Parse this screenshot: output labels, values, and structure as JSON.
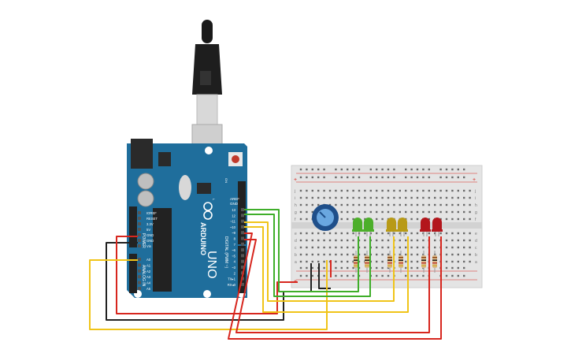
{
  "board": {
    "brand": "ARDUINO",
    "model": "UNO",
    "power_header_label": "POWER",
    "analog_header_label": "ANALOG IN",
    "digital_header_label": "DIGITAL (PWM ~)",
    "aref": "AREF",
    "gnd": "GND",
    "power_pins": [
      "IOREF",
      "RESET",
      "3.3V",
      "5V",
      "GND",
      "GND",
      "Vin"
    ],
    "analog_pins": [
      "A0",
      "A1",
      "A2",
      "A3",
      "A4",
      "A5"
    ],
    "digital_pins": [
      "13",
      "12",
      "~11",
      "~10",
      "~9",
      "8",
      "7",
      "~6",
      "~5",
      "4",
      "~3",
      "2",
      "TX▸1",
      "RX◂0"
    ],
    "leds": [
      "L",
      "TX",
      "RX"
    ],
    "on_label": "ON"
  },
  "breadboard": {
    "row_letters_top": [
      "j",
      "i",
      "h",
      "g",
      "f"
    ],
    "row_letters_bottom": [
      "e",
      "d",
      "c",
      "b",
      "a"
    ],
    "columns": 30,
    "plus": "+",
    "minus": "-"
  },
  "components": {
    "potentiometer": "potentiometer",
    "leds": [
      {
        "color": "#4caf2a"
      },
      {
        "color": "#4caf2a"
      },
      {
        "color": "#b89a16"
      },
      {
        "color": "#b89a16"
      },
      {
        "color": "#b3161c"
      },
      {
        "color": "#b3161c"
      }
    ]
  },
  "colors": {
    "board": "#1f6e9c",
    "wire_yellow": "#f0c419",
    "wire_red": "#d7261e",
    "wire_black": "#222222",
    "wire_green": "#3fae2a"
  }
}
